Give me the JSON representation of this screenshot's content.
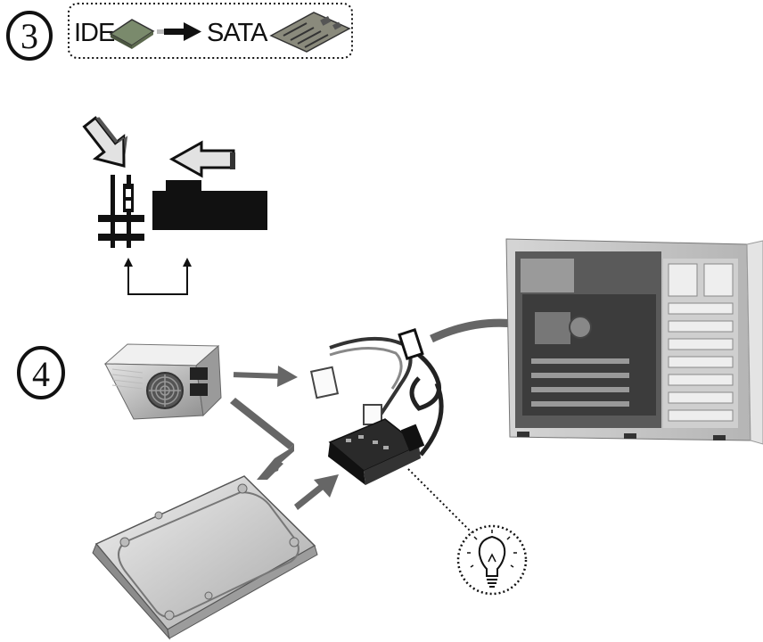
{
  "step3": {
    "number": "3",
    "from_label": "IDE",
    "to_label": "SATA"
  },
  "step4": {
    "number": "4"
  },
  "icons": [
    "ide-card-icon",
    "arrow-right-icon",
    "sata-card-icon",
    "lightbulb-icon"
  ],
  "colors": {
    "ink": "#111111",
    "arrow_gray": "#666666",
    "hollow_arrow": "#dddddd"
  }
}
